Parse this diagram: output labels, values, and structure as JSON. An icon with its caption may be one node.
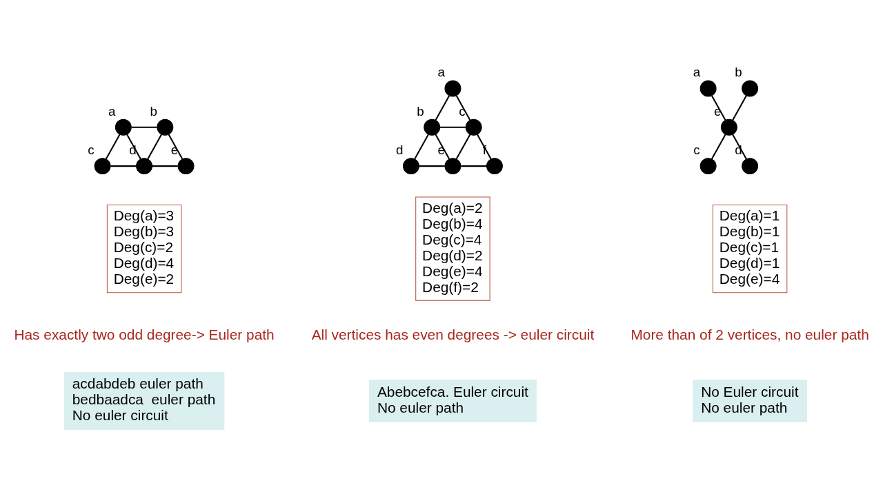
{
  "diagram": {
    "nodes": [
      {
        "text": [],
        "shape": "circle",
        "beside": [
          "a"
        ]
      },
      {
        "text": [],
        "shape": "circle",
        "beside": [
          "b"
        ]
      },
      {
        "text": [],
        "shape": "circle",
        "beside": [
          "c"
        ]
      },
      {
        "text": [],
        "shape": "circle",
        "beside": [
          "d"
        ]
      },
      {
        "text": [],
        "shape": "circle",
        "beside": [
          "e"
        ]
      },
      {
        "text": [],
        "shape": "circle",
        "beside": [
          "a"
        ]
      },
      {
        "text": [],
        "shape": "circle",
        "beside": [
          "b"
        ]
      },
      {
        "text": [],
        "shape": "circle",
        "beside": [
          "c"
        ]
      },
      {
        "text": [],
        "shape": "circle",
        "beside": [
          "d"
        ]
      },
      {
        "text": [],
        "shape": "circle",
        "beside": [
          "e"
        ]
      },
      {
        "text": [],
        "shape": "circle",
        "beside": [
          "f"
        ]
      },
      {
        "text": [],
        "shape": "circle",
        "beside": [
          "a"
        ]
      },
      {
        "text": [],
        "shape": "circle",
        "beside": [
          "b"
        ]
      },
      {
        "text": [],
        "shape": "circle",
        "beside": [
          "e"
        ]
      },
      {
        "text": [],
        "shape": "circle",
        "beside": [
          "c"
        ]
      },
      {
        "text": [],
        "shape": "circle",
        "beside": [
          "d"
        ]
      },
      {
        "text": [
          "Deg(a)=3",
          "Deg(b)=3",
          "Deg(c)=2",
          "Deg(d)=4",
          "Deg(e)=2"
        ]
      },
      {
        "text": [
          "Deg(a)=2",
          "Deg(b)=4",
          "Deg(c)=4",
          "Deg(d)=2",
          "Deg(e)=4",
          "Deg(f)=2"
        ]
      },
      {
        "text": [
          "Deg(a)=1",
          "Deg(b)=1",
          "Deg(c)=1",
          "Deg(d)=1",
          "Deg(e)=4"
        ]
      },
      {
        "text": [
          "acdabdeb euler path",
          "bedbaadca  euler path",
          "No euler circuit"
        ]
      },
      {
        "text": [
          "Abebcefca. Euler circuit",
          "No euler path"
        ]
      },
      {
        "text": [
          "No Euler circuit",
          "No euler path"
        ]
      }
    ],
    "edges": [
      {
        "from": 0,
        "to": 1,
        "arrow": "none"
      },
      {
        "from": 0,
        "to": 2,
        "arrow": "none"
      },
      {
        "from": 0,
        "to": 3,
        "arrow": "none"
      },
      {
        "from": 1,
        "to": 3,
        "arrow": "none"
      },
      {
        "from": 1,
        "to": 4,
        "arrow": "none"
      },
      {
        "from": 2,
        "to": 3,
        "arrow": "none"
      },
      {
        "from": 3,
        "to": 4,
        "arrow": "none"
      },
      {
        "from": 5,
        "to": 6,
        "arrow": "none"
      },
      {
        "from": 5,
        "to": 7,
        "arrow": "none"
      },
      {
        "from": 6,
        "to": 7,
        "arrow": "none"
      },
      {
        "from": 6,
        "to": 8,
        "arrow": "none"
      },
      {
        "from": 6,
        "to": 9,
        "arrow": "none"
      },
      {
        "from": 7,
        "to": 9,
        "arrow": "none"
      },
      {
        "from": 7,
        "to": 10,
        "arrow": "none"
      },
      {
        "from": 8,
        "to": 9,
        "arrow": "none"
      },
      {
        "from": 9,
        "to": 10,
        "arrow": "none"
      },
      {
        "from": 11,
        "to": 13,
        "arrow": "none"
      },
      {
        "from": 12,
        "to": 13,
        "arrow": "none"
      },
      {
        "from": 13,
        "to": 14,
        "arrow": "none"
      },
      {
        "from": 13,
        "to": 15,
        "arrow": "none"
      }
    ],
    "labels": [
      "Has exactly two odd degree-> Euler path",
      "All vertices has even degrees -> euler circuit",
      "More than of 2 vertices, no euler path"
    ]
  }
}
